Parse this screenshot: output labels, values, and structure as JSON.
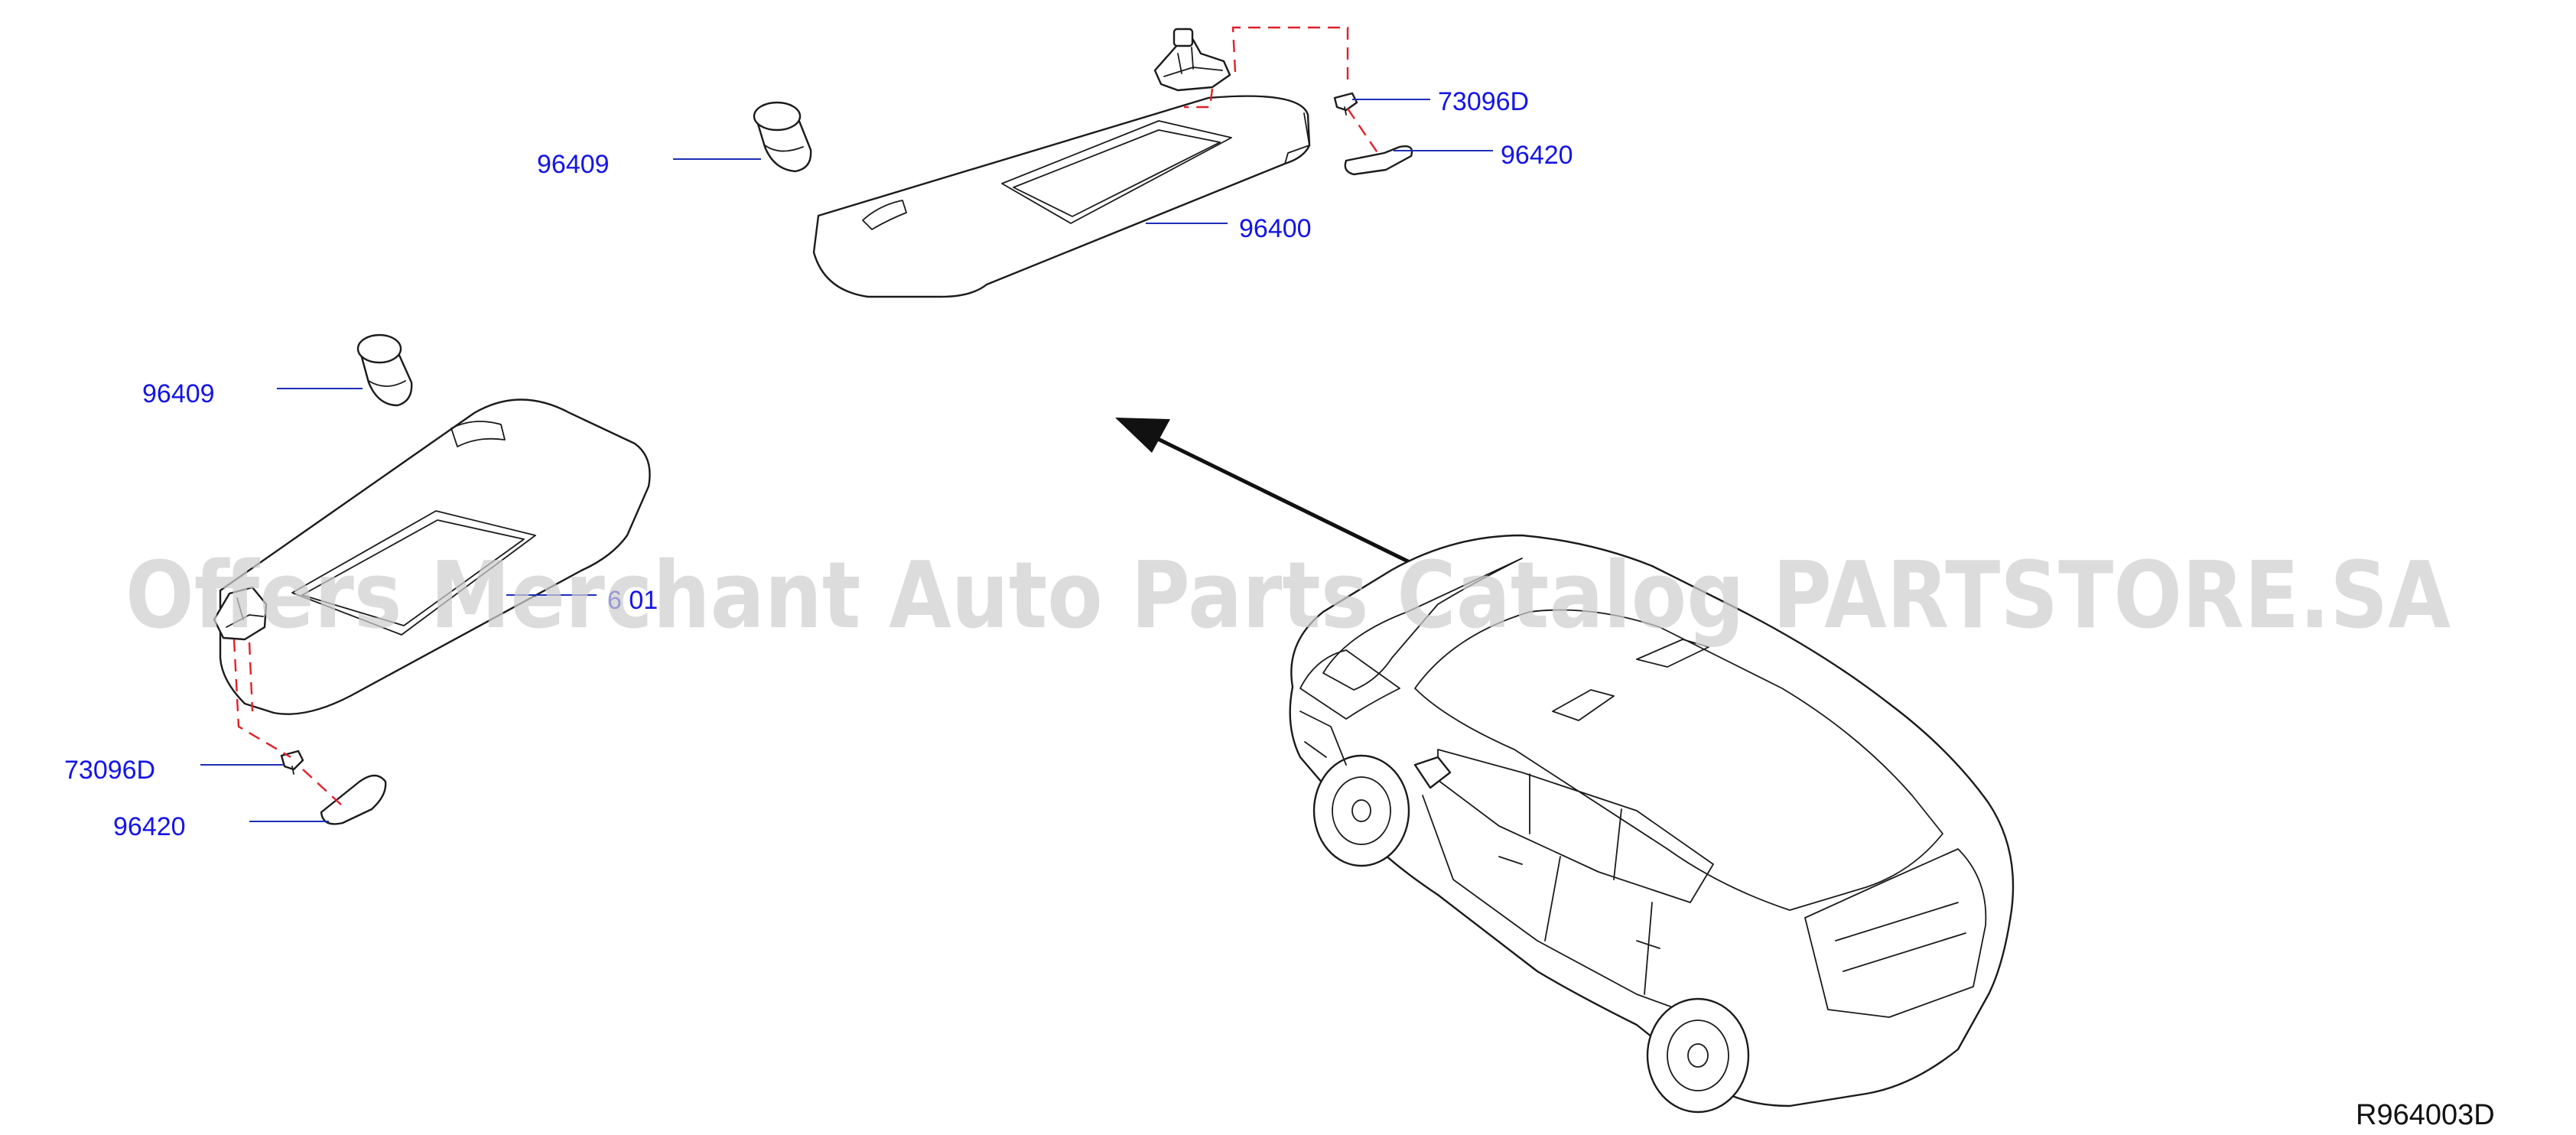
{
  "diagram": {
    "callouts": {
      "visor_top_clip": "96409",
      "visor_top": "96400",
      "visor_top_screw": "73096D",
      "visor_top_holder": "96420",
      "visor_left_clip": "96409",
      "visor_left": "6 01",
      "visor_left_screw": "73096D",
      "visor_left_holder": "96420"
    },
    "drawing_code": "R964003D",
    "watermark": "Offers Merchant Auto Parts Catalog PARTSTORE.SA"
  }
}
